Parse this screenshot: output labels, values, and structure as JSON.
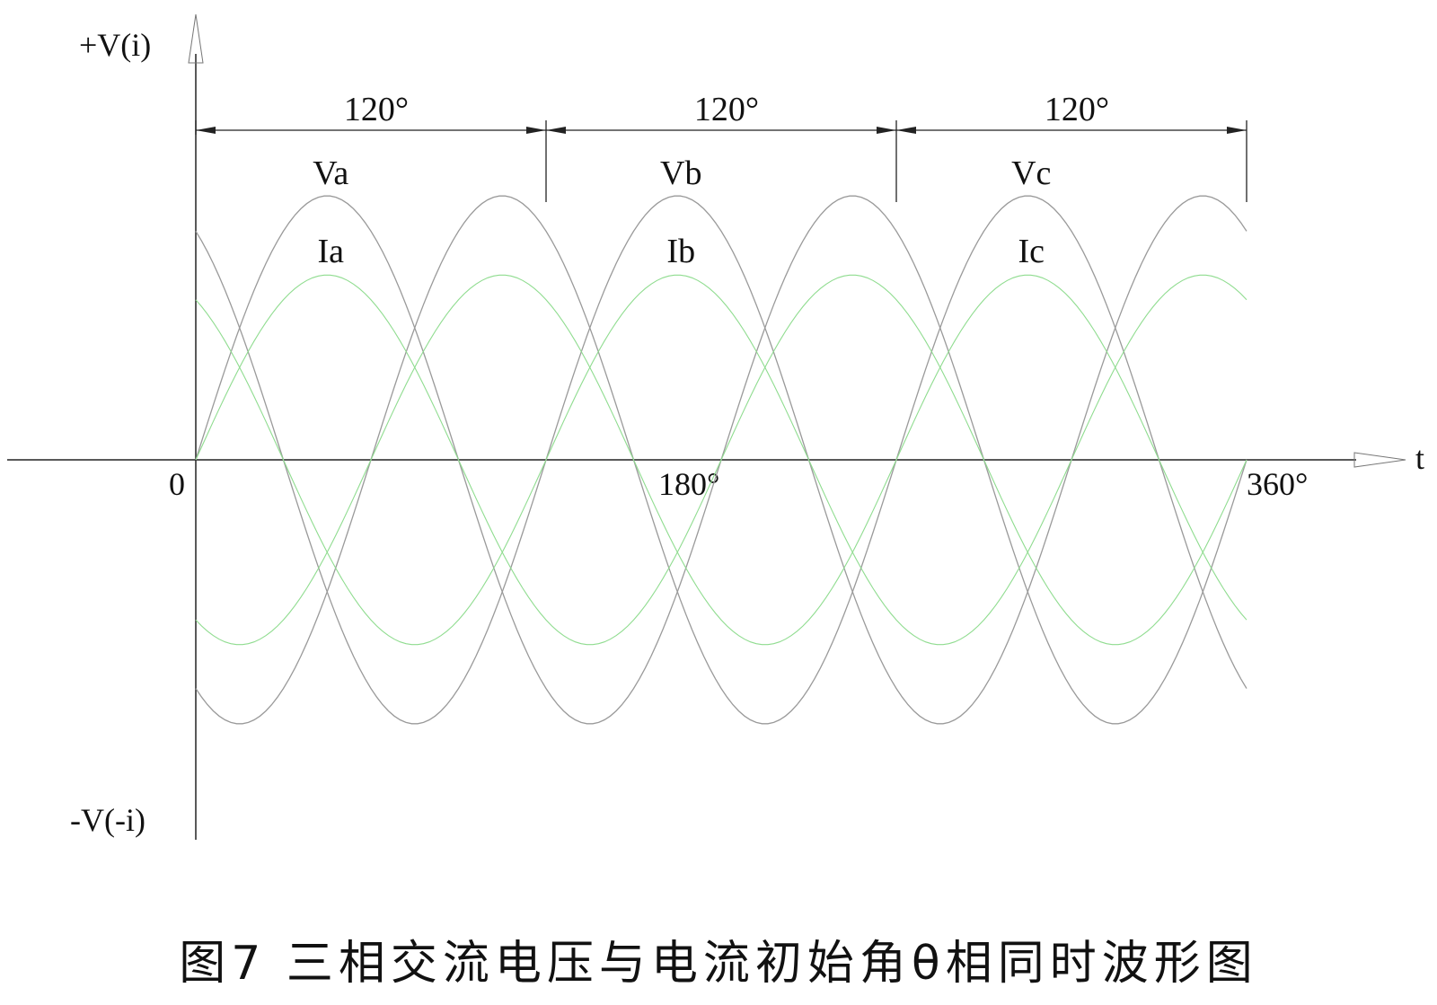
{
  "axes": {
    "y_top_label": "+V(i)",
    "y_bottom_label": "-V(-i)",
    "x_label": "t",
    "origin_label": "0",
    "tick_180_label": "180°",
    "tick_360_label": "360°"
  },
  "intervals": [
    {
      "label": "120°",
      "from_deg": 0,
      "to_deg": 120
    },
    {
      "label": "120°",
      "from_deg": 120,
      "to_deg": 240
    },
    {
      "label": "120°",
      "from_deg": 240,
      "to_deg": 360
    }
  ],
  "waves": {
    "voltage": {
      "color": "#9a9a9a",
      "amplitude": 1.0,
      "phases": [
        {
          "name": "Va",
          "phase_deg": 0
        },
        {
          "name": "Vb",
          "phase_deg": 120
        },
        {
          "name": "Vc",
          "phase_deg": 240
        }
      ]
    },
    "current": {
      "color": "#8fdc8f",
      "amplitude": 0.7,
      "phases": [
        {
          "name": "Ia",
          "phase_deg": 0
        },
        {
          "name": "Ib",
          "phase_deg": 120
        },
        {
          "name": "Ic",
          "phase_deg": 240
        }
      ]
    }
  },
  "caption": "图7 三相交流电压与电流初始角θ相同时波形图"
}
